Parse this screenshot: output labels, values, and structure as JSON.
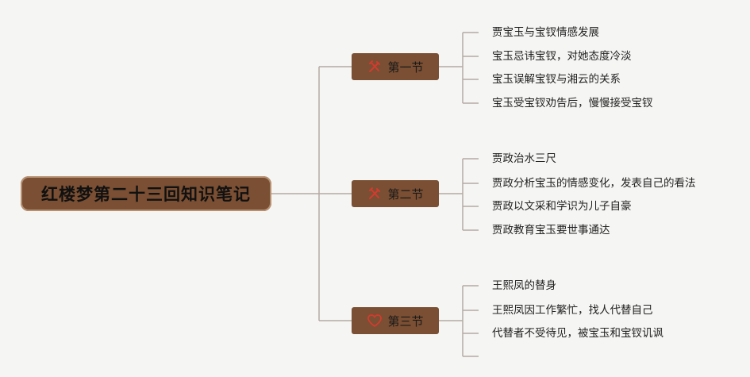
{
  "root": {
    "title": "红楼梦第二十三回知识笔记"
  },
  "sections": [
    {
      "label": "第一节",
      "icon": "tools-icon",
      "items": [
        "贾宝玉与宝钗情感发展",
        "宝玉忌讳宝钗，对她态度冷淡",
        "宝玉误解宝钗与湘云的关系",
        "宝玉受宝钗劝告后，慢慢接受宝钗"
      ]
    },
    {
      "label": "第二节",
      "icon": "tools-icon",
      "items": [
        "贾政治水三尺",
        "贾政分析宝玉的情感变化，发表自己的看法",
        "贾政以文采和学识为儿子自豪",
        "贾政教育宝玉要世事通达"
      ]
    },
    {
      "label": "第三节",
      "icon": "heart-icon",
      "items": [
        "王熙凤的替身",
        "王熙凤因工作繁忙，找人代替自己",
        "代替者不受待见，被宝玉和宝钗讥讽"
      ]
    }
  ],
  "colors": {
    "node_fill": "#7a4f33",
    "connector": "#b5aaa3",
    "icon_red": "#d23b2f",
    "background": "#f5f5f3"
  }
}
